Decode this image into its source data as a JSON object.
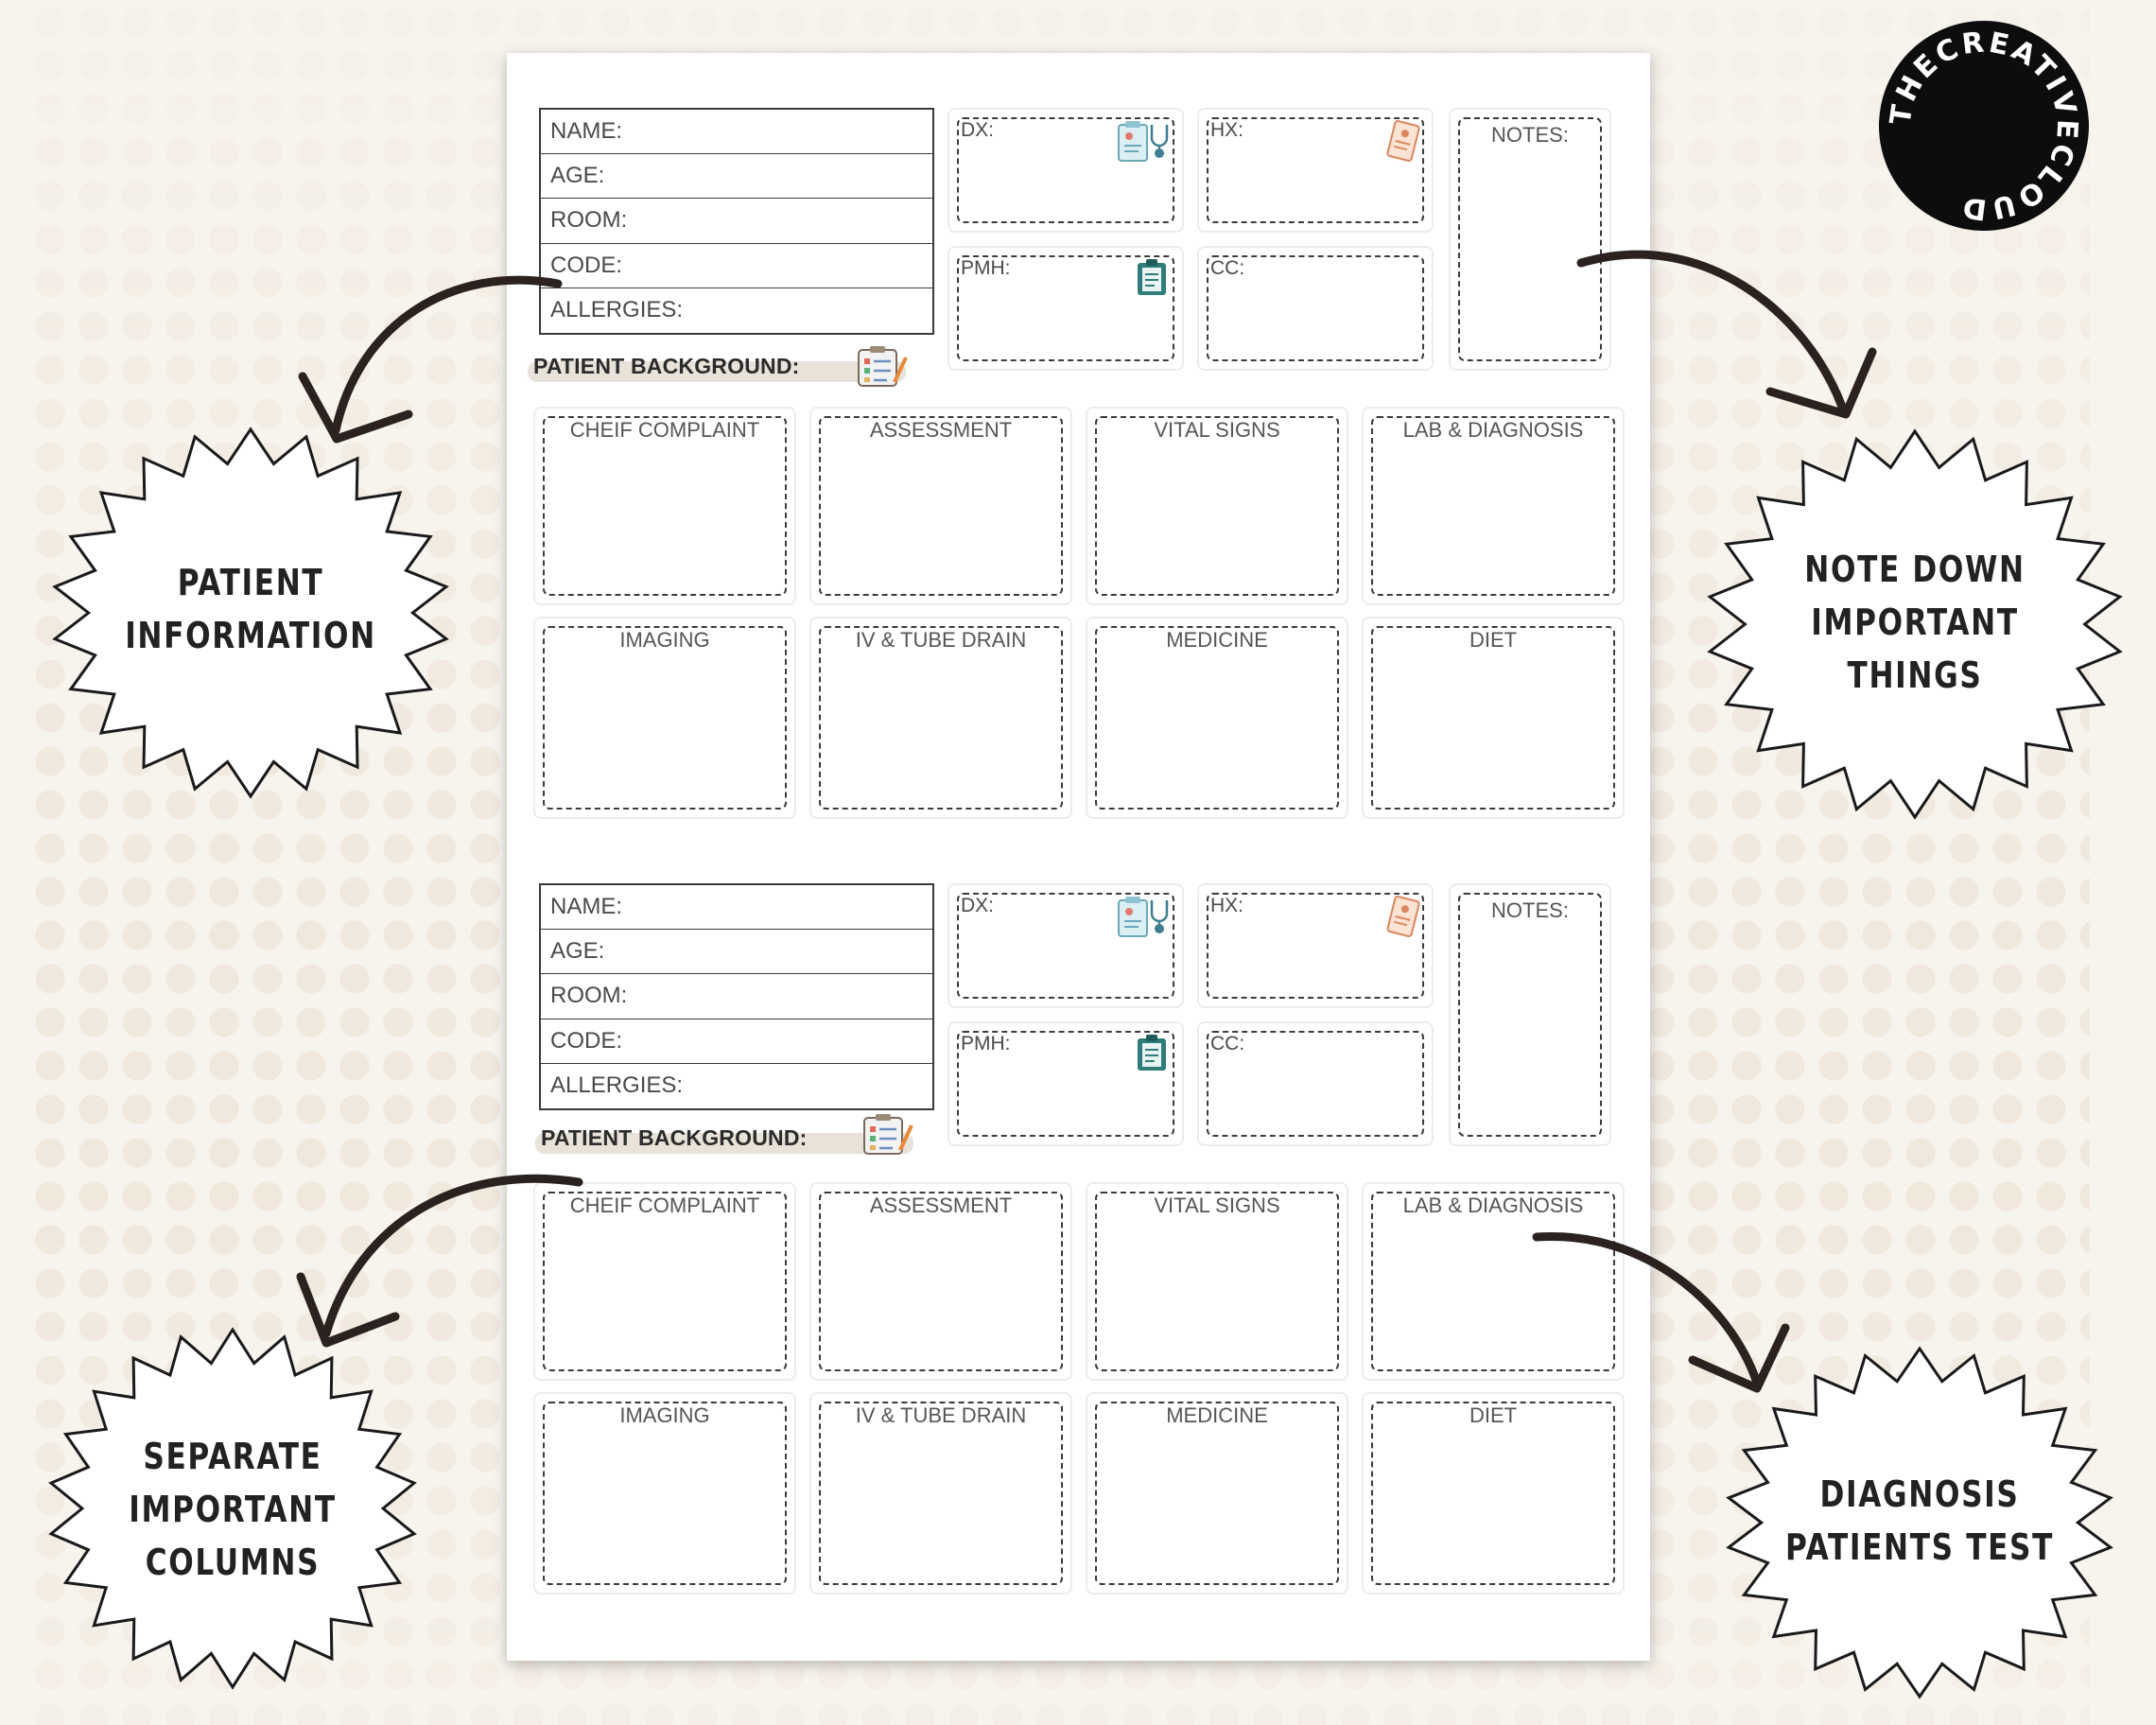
{
  "brand": {
    "logo_text": "THECREATIVECLOUD"
  },
  "info_fields": [
    "NAME:",
    "AGE:",
    "ROOM:",
    "CODE:",
    "ALLERGIES:"
  ],
  "small_boxes": {
    "dx": "DX:",
    "hx": "HX:",
    "pmh": "PMH:",
    "cc": "CC:",
    "notes": "NOTES:"
  },
  "background_title": "PATIENT BACKGROUND:",
  "grid_row1": [
    "CHEIF COMPLAINT",
    "ASSESSMENT",
    "VITAL SIGNS",
    "LAB & DIAGNOSIS"
  ],
  "grid_row2": [
    "IMAGING",
    "IV & TUBE DRAIN",
    "MEDICINE",
    "DIET"
  ],
  "callouts": {
    "patient_information": [
      "PATIENT",
      "INFORMATION"
    ],
    "note_down": [
      "NOTE DOWN",
      "IMPORTANT",
      "THINGS"
    ],
    "separate_columns": [
      "SEPARATE",
      "IMPORTANT",
      "COLUMNS"
    ],
    "diagnosis": [
      "DIAGNOSIS",
      "PATIENTS TEST"
    ]
  },
  "icons": [
    "medical-chart-stethoscope-icon",
    "medical-report-icon",
    "clipboard-icon",
    "checklist-clipboard-icon"
  ],
  "colors": {
    "background": "#f7f3ed",
    "sheet": "#ffffff",
    "ink": "#2b2220",
    "logo": "#0d0d0d"
  }
}
